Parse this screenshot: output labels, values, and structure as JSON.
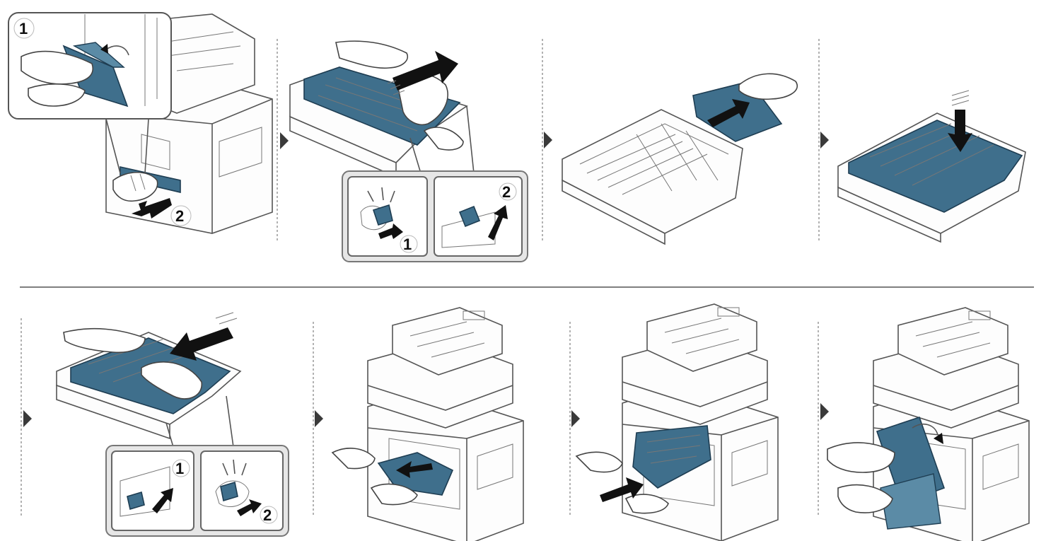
{
  "steps": {
    "step1": {
      "inset_badge": "1",
      "pull_badge": "2"
    },
    "step2": {
      "callout_left_badge": "1",
      "callout_right_badge": "2"
    },
    "step5": {
      "callout_left_badge": "1",
      "callout_right_badge": "2"
    }
  },
  "colors": {
    "accent_blue": "#3f6f8c",
    "outline": "#555555",
    "background": "#ffffff"
  }
}
